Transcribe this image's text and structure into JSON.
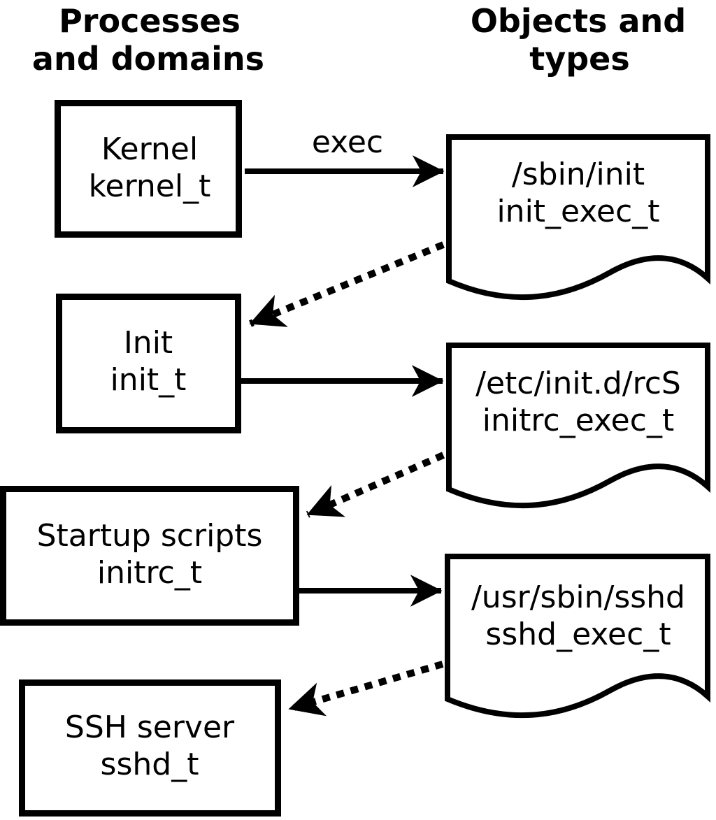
{
  "columns": {
    "left_header_line1": "Processes",
    "left_header_line2": "and domains",
    "right_header_line1": "Objects and",
    "right_header_line2": "types"
  },
  "processes": [
    {
      "name": "Kernel",
      "domain": "kernel_t"
    },
    {
      "name": "Init",
      "domain": "init_t"
    },
    {
      "name": "Startup scripts",
      "domain": "initrc_t"
    },
    {
      "name": "SSH server",
      "domain": "sshd_t"
    }
  ],
  "objects": [
    {
      "file": "/sbin/init",
      "type": "init_exec_t"
    },
    {
      "file": "/etc/init.d/rcS",
      "type": "initrc_exec_t"
    },
    {
      "file": "/usr/sbin/sshd",
      "type": "sshd_exec_t"
    }
  ],
  "edge_label": "exec",
  "colors": {
    "foreground": "#000000",
    "background": "#ffffff"
  }
}
